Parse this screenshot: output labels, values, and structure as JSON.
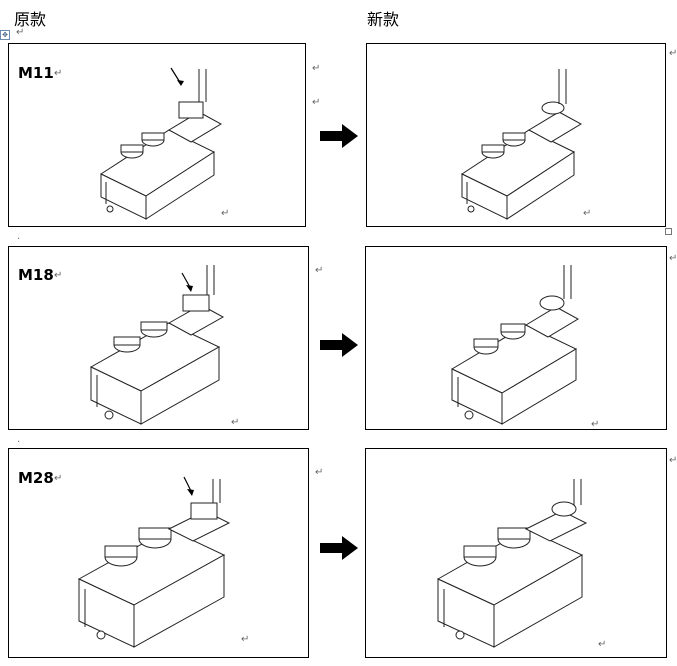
{
  "headers": {
    "left": "原款",
    "right": "新款"
  },
  "marks": {
    "return": "↵",
    "dot": "."
  },
  "rows": [
    {
      "model": "M11"
    },
    {
      "model": "M18"
    },
    {
      "model": "M28"
    }
  ]
}
